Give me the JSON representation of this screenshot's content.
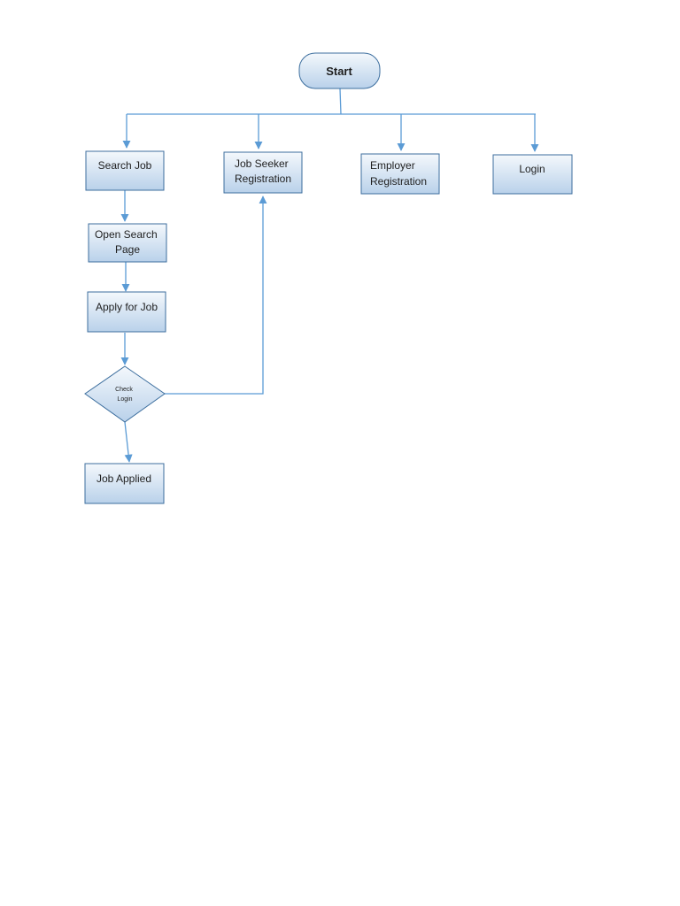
{
  "diagram": {
    "colors": {
      "connector": "#5b9bd5",
      "box_border": "#3c6e9e",
      "box_fill_top": "#f4f8fc",
      "box_fill_bottom": "#b9d1ea",
      "text": "#1f1f1f"
    },
    "nodes": {
      "start": {
        "lines": [
          "Start"
        ]
      },
      "search_job": {
        "lines": [
          "Search Job"
        ]
      },
      "job_seeker_registration": {
        "lines": [
          "Job Seeker",
          "Registration"
        ]
      },
      "employer_registration": {
        "lines": [
          "Employer",
          "Registration"
        ]
      },
      "login": {
        "lines": [
          "Login"
        ]
      },
      "open_search_page": {
        "lines": [
          "Open Search",
          "Page"
        ]
      },
      "apply_for_job": {
        "lines": [
          "Apply for Job"
        ]
      },
      "check_login": {
        "lines": [
          "Check",
          "Login"
        ]
      },
      "job_applied": {
        "lines": [
          "Job Applied"
        ]
      }
    }
  }
}
